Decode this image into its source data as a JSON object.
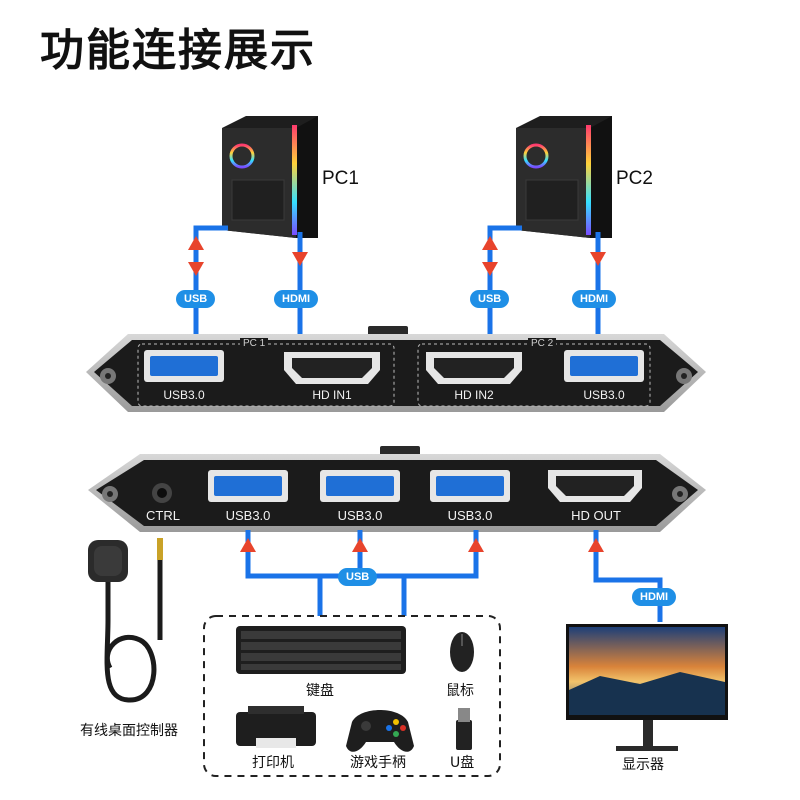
{
  "title": "功能连接展示",
  "pcs": [
    {
      "label": "PC1"
    },
    {
      "label": "PC2"
    }
  ],
  "badges": {
    "usb": "USB",
    "hdmi": "HDMI"
  },
  "top_panel": {
    "groups": [
      "PC 1",
      "PC 2"
    ],
    "ports": [
      "USB3.0",
      "HD IN1",
      "HD IN2",
      "USB3.0"
    ]
  },
  "bottom_panel": {
    "ports": [
      "CTRL",
      "USB3.0",
      "USB3.0",
      "USB3.0",
      "HD OUT"
    ]
  },
  "devices": {
    "controller": "有线桌面控制器",
    "keyboard": "键盘",
    "mouse": "鼠标",
    "printer": "打印机",
    "gamepad": "游戏手柄",
    "udisk": "U盘",
    "monitor": "显示器"
  },
  "colors": {
    "cable": "#1a73e8",
    "arrow": "#e8442c",
    "badge": "#1f8fe6",
    "panel": "#1b1b1b"
  }
}
